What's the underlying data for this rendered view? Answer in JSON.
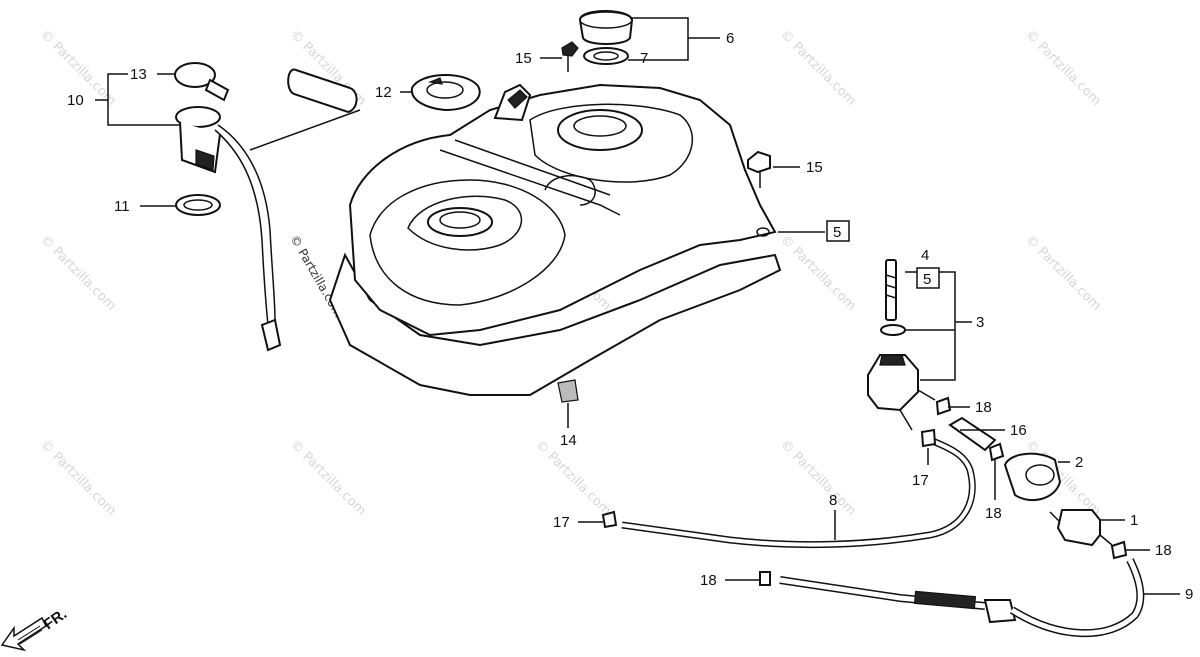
{
  "watermark": "© Partzilla.com",
  "front_arrow": "FR.",
  "callouts": {
    "c1": "1",
    "c2": "2",
    "c3": "3",
    "c4": "4",
    "c5a": "5",
    "c5b": "5",
    "c6": "6",
    "c7": "7",
    "c8": "8",
    "c9": "9",
    "c10": "10",
    "c11": "11",
    "c12": "12",
    "c13": "13",
    "c14": "14",
    "c15a": "15",
    "c15b": "15",
    "c16": "16",
    "c17a": "17",
    "c17b": "17",
    "c18a": "18",
    "c18b": "18",
    "c18c": "18",
    "c18d": "18"
  }
}
